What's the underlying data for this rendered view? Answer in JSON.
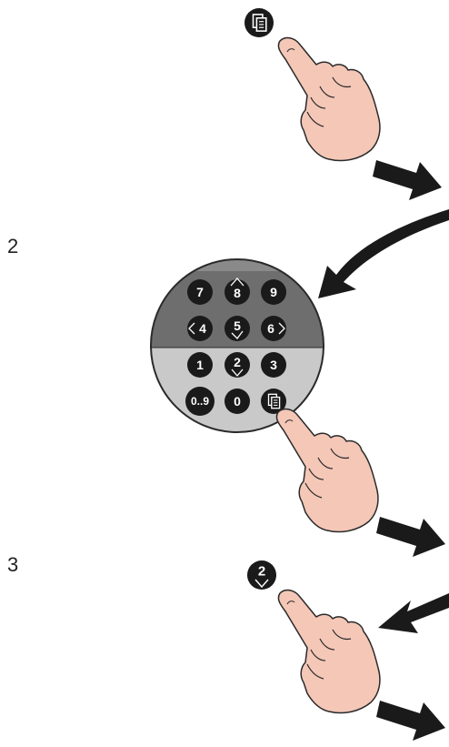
{
  "steps": [
    {
      "number": "",
      "instruction": "press copy/menu key"
    },
    {
      "number": "2",
      "instruction": "press copy/menu key on keypad"
    },
    {
      "number": "3",
      "instruction": "press key 2"
    }
  ],
  "keypad": {
    "upper_keys": [
      "7",
      "8",
      "9",
      "4",
      "5",
      "6"
    ],
    "lower_keys": [
      "1",
      "2",
      "3",
      "0..9",
      "0"
    ],
    "copy_key_icon": "document-copy-icon",
    "upper_color": "#6e6e6e",
    "lower_color": "#c9c9c9",
    "key_color": "#1a1a1a"
  },
  "colors": {
    "hand_fill": "#f4c7b7",
    "hand_stroke": "#2a2a2a",
    "arrow": "#1a1a1a"
  }
}
